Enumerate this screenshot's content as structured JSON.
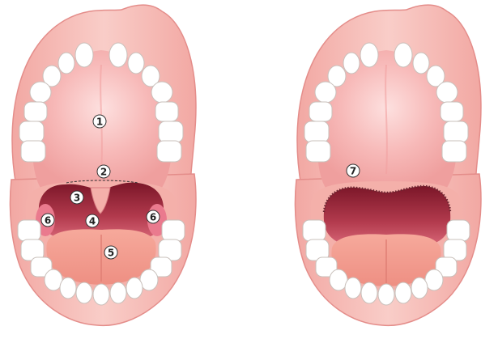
{
  "figures": [
    {
      "id": "before",
      "labels": [
        "1",
        "2",
        "3",
        "4",
        "5",
        "6",
        "6"
      ]
    },
    {
      "id": "after",
      "labels": [
        "7"
      ]
    }
  ],
  "colors": {
    "outline": "#e48d8a",
    "lip_outer": "#f7c4bf",
    "lip_inner": "#f3aca6",
    "palate": "#f7b8b8",
    "palate_center": "#fad4d4",
    "tooth": "#ffffff",
    "tooth_edge": "#c9c0bb",
    "throat_dark": "#8a1f30",
    "throat_light": "#d0586a",
    "tongue": "#f1998c",
    "tonsil": "#ec7b8f",
    "badge_fill": "#ffffff",
    "badge_stroke": "#333333",
    "suture": "#6a2430"
  },
  "icons": [
    "tooth-icon"
  ]
}
